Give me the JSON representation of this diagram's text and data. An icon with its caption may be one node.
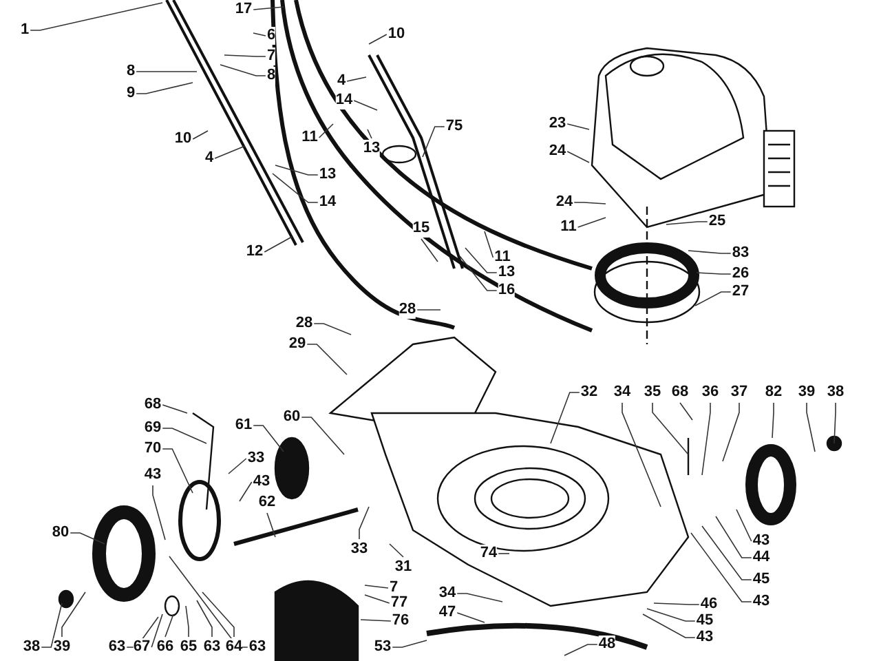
{
  "diagram": {
    "nodes": [
      {
        "text": [
          "1"
        ]
      },
      {
        "text": [
          "17"
        ]
      },
      {
        "text": [
          "6"
        ]
      },
      {
        "text": [
          "7"
        ]
      },
      {
        "text": [
          "8"
        ]
      },
      {
        "text": [
          "8"
        ]
      },
      {
        "text": [
          "9"
        ]
      },
      {
        "text": [
          "10"
        ]
      },
      {
        "text": [
          "4"
        ]
      },
      {
        "text": [
          "10"
        ]
      },
      {
        "text": [
          "4"
        ]
      },
      {
        "text": [
          "14"
        ]
      },
      {
        "text": [
          "11"
        ]
      },
      {
        "text": [
          "13"
        ]
      },
      {
        "text": [
          "13"
        ]
      },
      {
        "text": [
          "14"
        ]
      },
      {
        "text": [
          "12"
        ]
      },
      {
        "text": [
          "75"
        ]
      },
      {
        "text": [
          "15"
        ]
      },
      {
        "text": [
          "11"
        ]
      },
      {
        "text": [
          "13"
        ]
      },
      {
        "text": [
          "16"
        ]
      },
      {
        "text": [
          "23"
        ]
      },
      {
        "text": [
          "24"
        ]
      },
      {
        "text": [
          "24"
        ]
      },
      {
        "text": [
          "11"
        ]
      },
      {
        "text": [
          "25"
        ]
      },
      {
        "text": [
          "83"
        ]
      },
      {
        "text": [
          "26"
        ]
      },
      {
        "text": [
          "27"
        ]
      },
      {
        "text": [
          "28"
        ]
      },
      {
        "text": [
          "28"
        ]
      },
      {
        "text": [
          "29"
        ]
      },
      {
        "text": [
          "68"
        ]
      },
      {
        "text": [
          "69"
        ]
      },
      {
        "text": [
          "70"
        ]
      },
      {
        "text": [
          "61"
        ]
      },
      {
        "text": [
          "60"
        ]
      },
      {
        "text": [
          "33"
        ]
      },
      {
        "text": [
          "43"
        ]
      },
      {
        "text": [
          "43"
        ]
      },
      {
        "text": [
          "62"
        ]
      },
      {
        "text": [
          "80"
        ]
      },
      {
        "text": [
          "38"
        ]
      },
      {
        "text": [
          "39"
        ]
      },
      {
        "text": [
          "63"
        ]
      },
      {
        "text": [
          "67"
        ]
      },
      {
        "text": [
          "66"
        ]
      },
      {
        "text": [
          "65"
        ]
      },
      {
        "text": [
          "63"
        ]
      },
      {
        "text": [
          "64"
        ]
      },
      {
        "text": [
          "63"
        ]
      },
      {
        "text": [
          "33"
        ]
      },
      {
        "text": [
          "31"
        ]
      },
      {
        "text": [
          "7"
        ]
      },
      {
        "text": [
          "77"
        ]
      },
      {
        "text": [
          "76"
        ]
      },
      {
        "text": [
          "53"
        ]
      },
      {
        "text": [
          "74"
        ]
      },
      {
        "text": [
          "34"
        ]
      },
      {
        "text": [
          "47"
        ]
      },
      {
        "text": [
          "48"
        ]
      },
      {
        "text": [
          "32"
        ]
      },
      {
        "text": [
          "34"
        ]
      },
      {
        "text": [
          "35"
        ]
      },
      {
        "text": [
          "68"
        ]
      },
      {
        "text": [
          "36"
        ]
      },
      {
        "text": [
          "37"
        ]
      },
      {
        "text": [
          "82"
        ]
      },
      {
        "text": [
          "39"
        ]
      },
      {
        "text": [
          "38"
        ]
      },
      {
        "text": [
          "43"
        ]
      },
      {
        "text": [
          "44"
        ]
      },
      {
        "text": [
          "45"
        ]
      },
      {
        "text": [
          "43"
        ]
      },
      {
        "text": [
          "46"
        ]
      },
      {
        "text": [
          "45"
        ]
      },
      {
        "text": [
          "43"
        ]
      }
    ],
    "edges": [
      {
        "from": 0,
        "to": null,
        "arrow": "none"
      },
      {
        "from": 1,
        "to": null,
        "arrow": "none"
      },
      {
        "from": 2,
        "to": null,
        "arrow": "none"
      },
      {
        "from": 3,
        "to": null,
        "arrow": "none"
      },
      {
        "from": 4,
        "to": null,
        "arrow": "none"
      },
      {
        "from": 5,
        "to": null,
        "arrow": "none"
      },
      {
        "from": 6,
        "to": null,
        "arrow": "none"
      },
      {
        "from": 7,
        "to": null,
        "arrow": "none"
      },
      {
        "from": 8,
        "to": null,
        "arrow": "none"
      },
      {
        "from": 9,
        "to": null,
        "arrow": "none"
      },
      {
        "from": 10,
        "to": null,
        "arrow": "none"
      },
      {
        "from": 11,
        "to": null,
        "arrow": "none"
      },
      {
        "from": 12,
        "to": null,
        "arrow": "none"
      },
      {
        "from": 13,
        "to": null,
        "arrow": "none"
      },
      {
        "from": 14,
        "to": null,
        "arrow": "none"
      },
      {
        "from": 15,
        "to": null,
        "arrow": "none"
      },
      {
        "from": 16,
        "to": null,
        "arrow": "none"
      },
      {
        "from": 17,
        "to": null,
        "arrow": "none"
      },
      {
        "from": 18,
        "to": null,
        "arrow": "none"
      },
      {
        "from": 19,
        "to": null,
        "arrow": "none"
      },
      {
        "from": 20,
        "to": null,
        "arrow": "none"
      },
      {
        "from": 21,
        "to": null,
        "arrow": "none"
      },
      {
        "from": 22,
        "to": null,
        "arrow": "none"
      },
      {
        "from": 23,
        "to": null,
        "arrow": "none"
      },
      {
        "from": 24,
        "to": null,
        "arrow": "none"
      },
      {
        "from": 25,
        "to": null,
        "arrow": "none"
      },
      {
        "from": 26,
        "to": null,
        "arrow": "none"
      },
      {
        "from": 27,
        "to": null,
        "arrow": "none"
      },
      {
        "from": 28,
        "to": null,
        "arrow": "none"
      },
      {
        "from": 29,
        "to": null,
        "arrow": "none"
      },
      {
        "from": 30,
        "to": null,
        "arrow": "none"
      },
      {
        "from": 31,
        "to": null,
        "arrow": "none"
      },
      {
        "from": 32,
        "to": null,
        "arrow": "none"
      },
      {
        "from": 33,
        "to": null,
        "arrow": "none"
      },
      {
        "from": 34,
        "to": null,
        "arrow": "none"
      },
      {
        "from": 35,
        "to": null,
        "arrow": "none"
      },
      {
        "from": 36,
        "to": null,
        "arrow": "none"
      },
      {
        "from": 37,
        "to": null,
        "arrow": "none"
      },
      {
        "from": 38,
        "to": null,
        "arrow": "none"
      },
      {
        "from": 39,
        "to": null,
        "arrow": "none"
      },
      {
        "from": 40,
        "to": null,
        "arrow": "none"
      },
      {
        "from": 41,
        "to": null,
        "arrow": "none"
      },
      {
        "from": 42,
        "to": null,
        "arrow": "none"
      },
      {
        "from": 43,
        "to": null,
        "arrow": "none"
      },
      {
        "from": 44,
        "to": null,
        "arrow": "none"
      },
      {
        "from": 45,
        "to": null,
        "arrow": "none"
      },
      {
        "from": 46,
        "to": null,
        "arrow": "none"
      },
      {
        "from": 47,
        "to": null,
        "arrow": "none"
      },
      {
        "from": 48,
        "to": null,
        "arrow": "none"
      },
      {
        "from": 49,
        "to": null,
        "arrow": "none"
      },
      {
        "from": 50,
        "to": null,
        "arrow": "none"
      },
      {
        "from": 51,
        "to": null,
        "arrow": "none"
      },
      {
        "from": 52,
        "to": null,
        "arrow": "none"
      },
      {
        "from": 53,
        "to": null,
        "arrow": "none"
      },
      {
        "from": 54,
        "to": null,
        "arrow": "none"
      },
      {
        "from": 55,
        "to": null,
        "arrow": "none"
      },
      {
        "from": 56,
        "to": null,
        "arrow": "none"
      },
      {
        "from": 57,
        "to": null,
        "arrow": "none"
      },
      {
        "from": 58,
        "to": null,
        "arrow": "none"
      },
      {
        "from": 59,
        "to": null,
        "arrow": "none"
      },
      {
        "from": 60,
        "to": null,
        "arrow": "none"
      },
      {
        "from": 61,
        "to": null,
        "arrow": "none"
      },
      {
        "from": 62,
        "to": null,
        "arrow": "none"
      },
      {
        "from": 63,
        "to": null,
        "arrow": "none"
      },
      {
        "from": 64,
        "to": null,
        "arrow": "none"
      },
      {
        "from": 65,
        "to": null,
        "arrow": "none"
      },
      {
        "from": 66,
        "to": null,
        "arrow": "none"
      },
      {
        "from": 67,
        "to": null,
        "arrow": "none"
      },
      {
        "from": 68,
        "to": null,
        "arrow": "none"
      },
      {
        "from": 69,
        "to": null,
        "arrow": "none"
      },
      {
        "from": 70,
        "to": null,
        "arrow": "none"
      },
      {
        "from": 71,
        "to": null,
        "arrow": "none"
      },
      {
        "from": 72,
        "to": null,
        "arrow": "none"
      },
      {
        "from": 73,
        "to": null,
        "arrow": "none"
      },
      {
        "from": 74,
        "to": null,
        "arrow": "none"
      },
      {
        "from": 75,
        "to": null,
        "arrow": "none"
      },
      {
        "from": 76,
        "to": null,
        "arrow": "none"
      },
      {
        "from": 77,
        "to": null,
        "arrow": "none"
      }
    ]
  }
}
